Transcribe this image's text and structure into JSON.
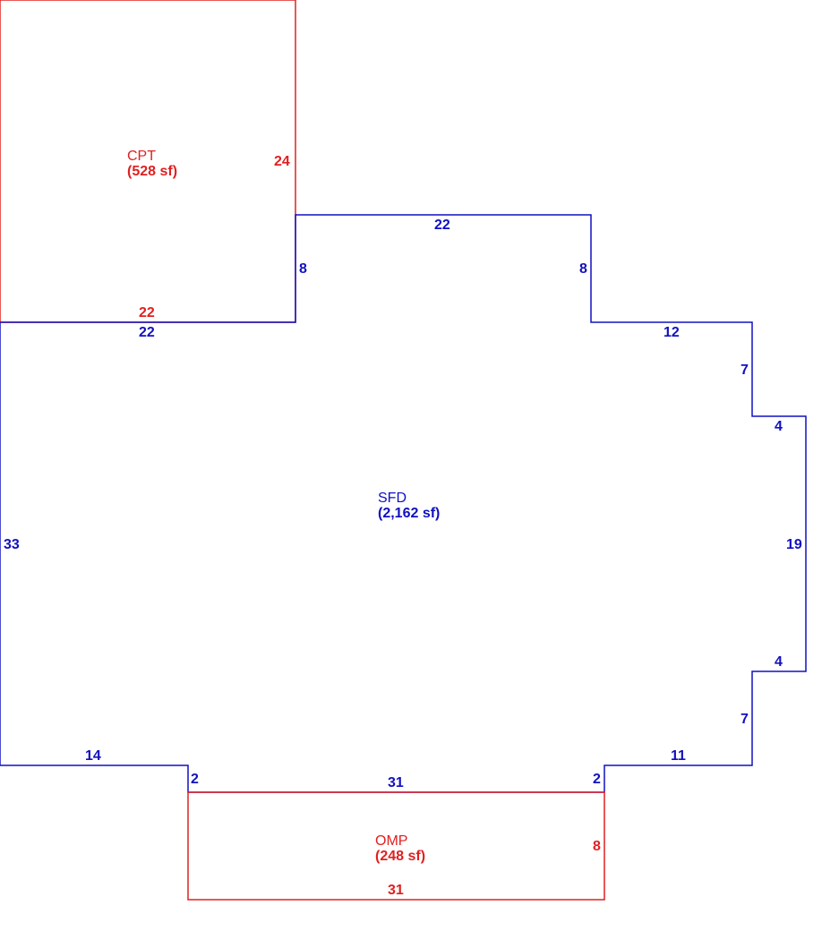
{
  "areas": {
    "cpt": {
      "name": "CPT",
      "size": "(528 sf)",
      "color": "#e02020"
    },
    "sfd": {
      "name": "SFD",
      "size": "(2,162 sf)",
      "color": "#1010c0"
    },
    "omp": {
      "name": "OMP",
      "size": "(248 sf)",
      "color": "#e02020"
    }
  },
  "dimensions": {
    "cpt_right": "24",
    "cpt_bottom": "22",
    "sfd_top_left": "22",
    "sfd_notch_left": "8",
    "sfd_top": "22",
    "sfd_notch_right": "8",
    "sfd_upper_right_run": "12",
    "sfd_upper_right_drop": "7",
    "sfd_bump_top": "4",
    "sfd_right": "19",
    "sfd_bump_bottom": "4",
    "sfd_lower_right_drop": "7",
    "sfd_lower_right_run": "11",
    "sfd_left": "33",
    "sfd_bottom_left": "14",
    "sfd_step_left": "2",
    "sfd_bottom": "31",
    "sfd_step_right": "2",
    "omp_right": "8",
    "omp_bottom": "31"
  }
}
